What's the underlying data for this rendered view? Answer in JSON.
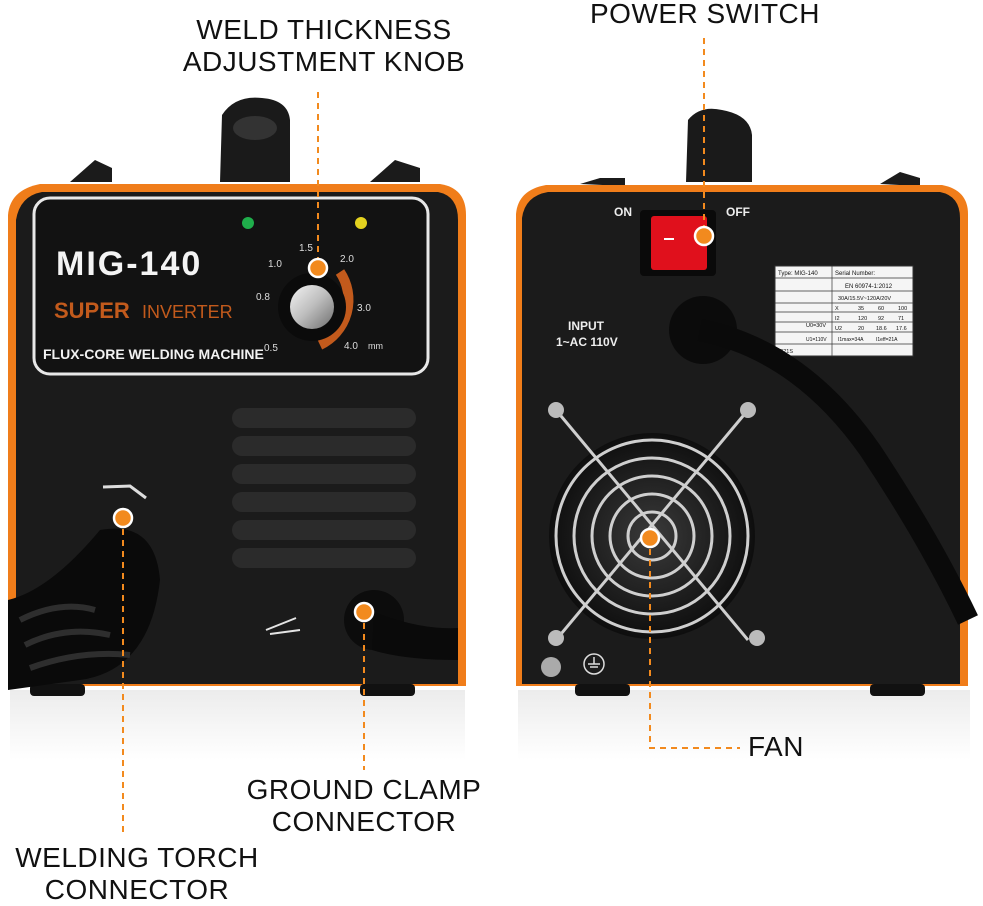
{
  "callouts": {
    "weld_thickness": [
      "WELD THICKNESS",
      "ADJUSTMENT KNOB"
    ],
    "power_switch": "POWER SWITCH",
    "fan": "FAN",
    "ground_clamp": [
      "GROUND CLAMP",
      "CONNECTOR"
    ],
    "welding_torch": [
      "WELDING TORCH",
      "CONNECTOR"
    ]
  },
  "front_panel": {
    "model": "MIG-140",
    "brand_line_1": "SUPER",
    "brand_line_2": "INVERTER",
    "machine_type": "FLUX-CORE WELDING MACHINE",
    "dial_scale": [
      "0.5",
      "0.8",
      "1.0",
      "1.5",
      "2.0",
      "3.0",
      "4.0"
    ],
    "dial_unit": "mm"
  },
  "rear_panel": {
    "switch_on": "ON",
    "switch_off": "OFF",
    "input_line_1": "INPUT",
    "input_line_2": "1~AC 110V",
    "rating_plate": {
      "type": "Type: MIG-140",
      "serial": "Serial Number:",
      "standard": "EN 60974-1:2012",
      "range": "30A/15.5V~120A/20V",
      "x_label": "X",
      "x_values": [
        "35",
        "60",
        "100"
      ],
      "i2_label": "I2",
      "i2_values": [
        "120",
        "92",
        "71"
      ],
      "u2_label": "U2",
      "u2_values": [
        "20",
        "18.6",
        "17.6"
      ],
      "u0": "U0=30V",
      "u1": "U1=110V",
      "i1max": "I1max=34A",
      "i1eff": "I1eff=21A",
      "ip": "IP21S"
    }
  },
  "colors": {
    "accent_orange": "#f07d1a",
    "body_black": "#1b1b1b",
    "panel_dark": "#111111",
    "switch_red": "#e0101c",
    "callout_dot": "#f28a1e"
  }
}
